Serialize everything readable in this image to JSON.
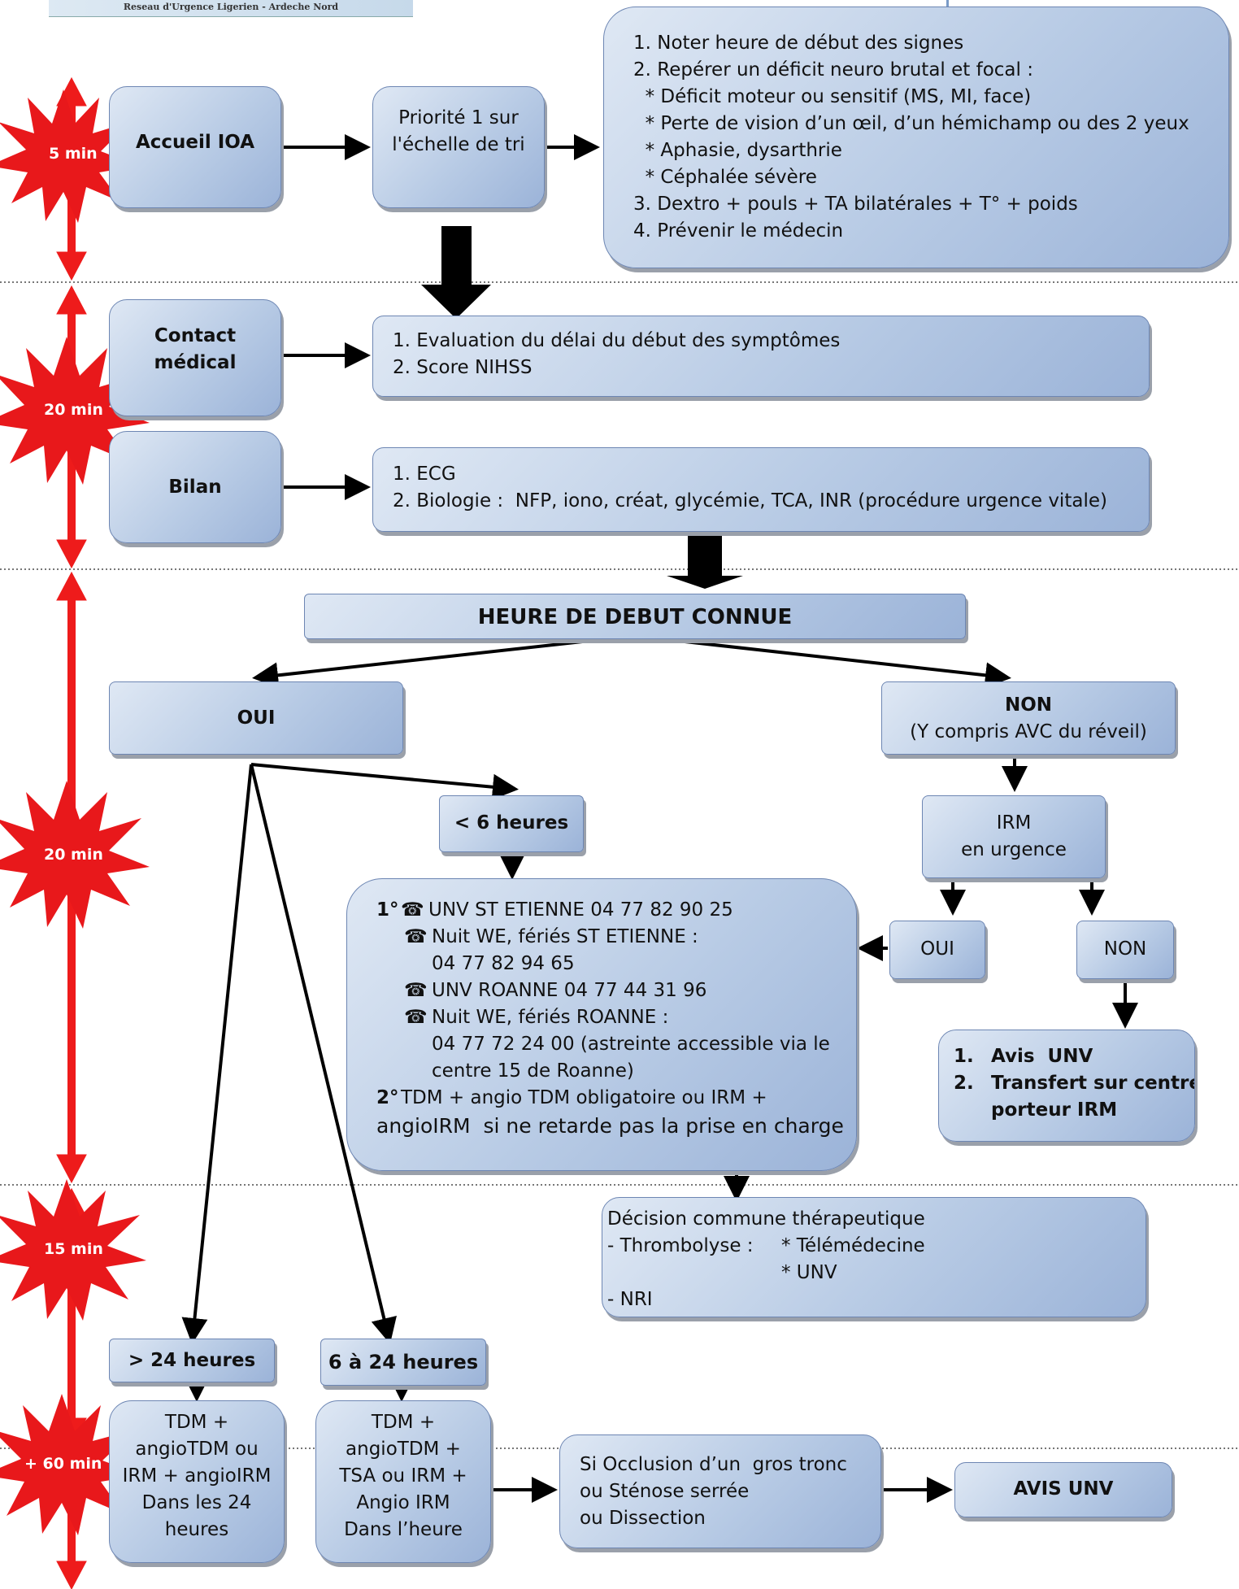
{
  "header": {
    "network_label": "Reseau d'Urgence Ligerien - Ardeche Nord"
  },
  "timeline": {
    "t1": "5 min",
    "t2": "20 min",
    "t3": "20 min",
    "t4": "15 min",
    "t5": "+ 60 min"
  },
  "accueil": "Accueil IOA",
  "priorite": {
    "l1": "Priorité 1 sur",
    "l2": "l'échelle de tri"
  },
  "steps": [
    "1. Noter heure de début des signes",
    "2. Repérer un déficit neuro brutal et focal :",
    "  * Déficit moteur ou sensitif (MS, MI, face)",
    "  * Perte de vision d’un œil, d’un hémichamp ou des 2 yeux",
    "  * Aphasie, dysarthrie",
    "  * Céphalée sévère",
    "3. Dextro + pouls + TA bilatérales + T° + poids",
    "4. Prévenir le médecin"
  ],
  "contact": {
    "l1": "Contact",
    "l2": "médical"
  },
  "evaluation": {
    "l1": "1. Evaluation du délai du début des symptômes",
    "l2": "2. Score NIHSS"
  },
  "bilan": "Bilan",
  "bilan_detail": {
    "l1": "1. ECG",
    "l2": "2. Biologie :  NFP, iono, créat, glycémie, TCA, INR (procédure urgence vitale)"
  },
  "heure_connue": "HEURE DE DEBUT CONNUE",
  "oui": "OUI",
  "non": {
    "l1": "NON",
    "l2": "(Y compris AVC du réveil)"
  },
  "moins6": "< 6 heures",
  "irm": {
    "l1": "IRM",
    "l2": "en urgence"
  },
  "irm_oui": "OUI",
  "irm_non": "NON",
  "contacts": {
    "p1_num": "1°",
    "p1_text": "UNV ST ETIENNE 04 77 82 90 25",
    "p2_text": "Nuit WE, fériés ST ETIENNE :",
    "p2_num": "04 77 82 94 65",
    "p3_text": "UNV ROANNE 04 77 44 31 96",
    "p4_text": "Nuit WE, fériés ROANNE :",
    "p4_l2": "04 77 72 24 00 (astreinte accessible via le",
    "p4_l3": "centre 15 de Roanne)",
    "p5_num": "2°",
    "p5_text": "TDM + angio TDM obligatoire ou IRM +",
    "p5_l2": "angioIRM  si ne retarde pas la prise en charge",
    "phone_glyph": "☎"
  },
  "avis": {
    "n1": "1.",
    "l1": "Avis  UNV",
    "n2": "2.",
    "l2": "Transfert sur centre",
    "l3": "porteur IRM"
  },
  "decision": {
    "l1": "Décision commune thérapeutique",
    "l2a": "- Thrombolyse :",
    "l2b": "* Télémédecine",
    "l3": "* UNV",
    "l4": "- NRI"
  },
  "sup24": "> 24 heures",
  "h6_24": "6 à 24 heures",
  "tdm1": [
    "TDM +",
    "angioTDM ou",
    "IRM + angioIRM",
    "Dans les 24",
    "heures"
  ],
  "tdm2": [
    "TDM +",
    "angioTDM +",
    "TSA ou IRM +",
    "Angio IRM",
    "Dans l’heure"
  ],
  "occlusion": [
    "Si Occlusion d’un  gros tronc",
    "ou Sténose serrée",
    "ou Dissection"
  ],
  "avis_unv": "AVIS UNV",
  "colors": {
    "burst": "#e8181b",
    "arrow_red": "#ee1b1b",
    "box_border": "#6d86b3"
  }
}
